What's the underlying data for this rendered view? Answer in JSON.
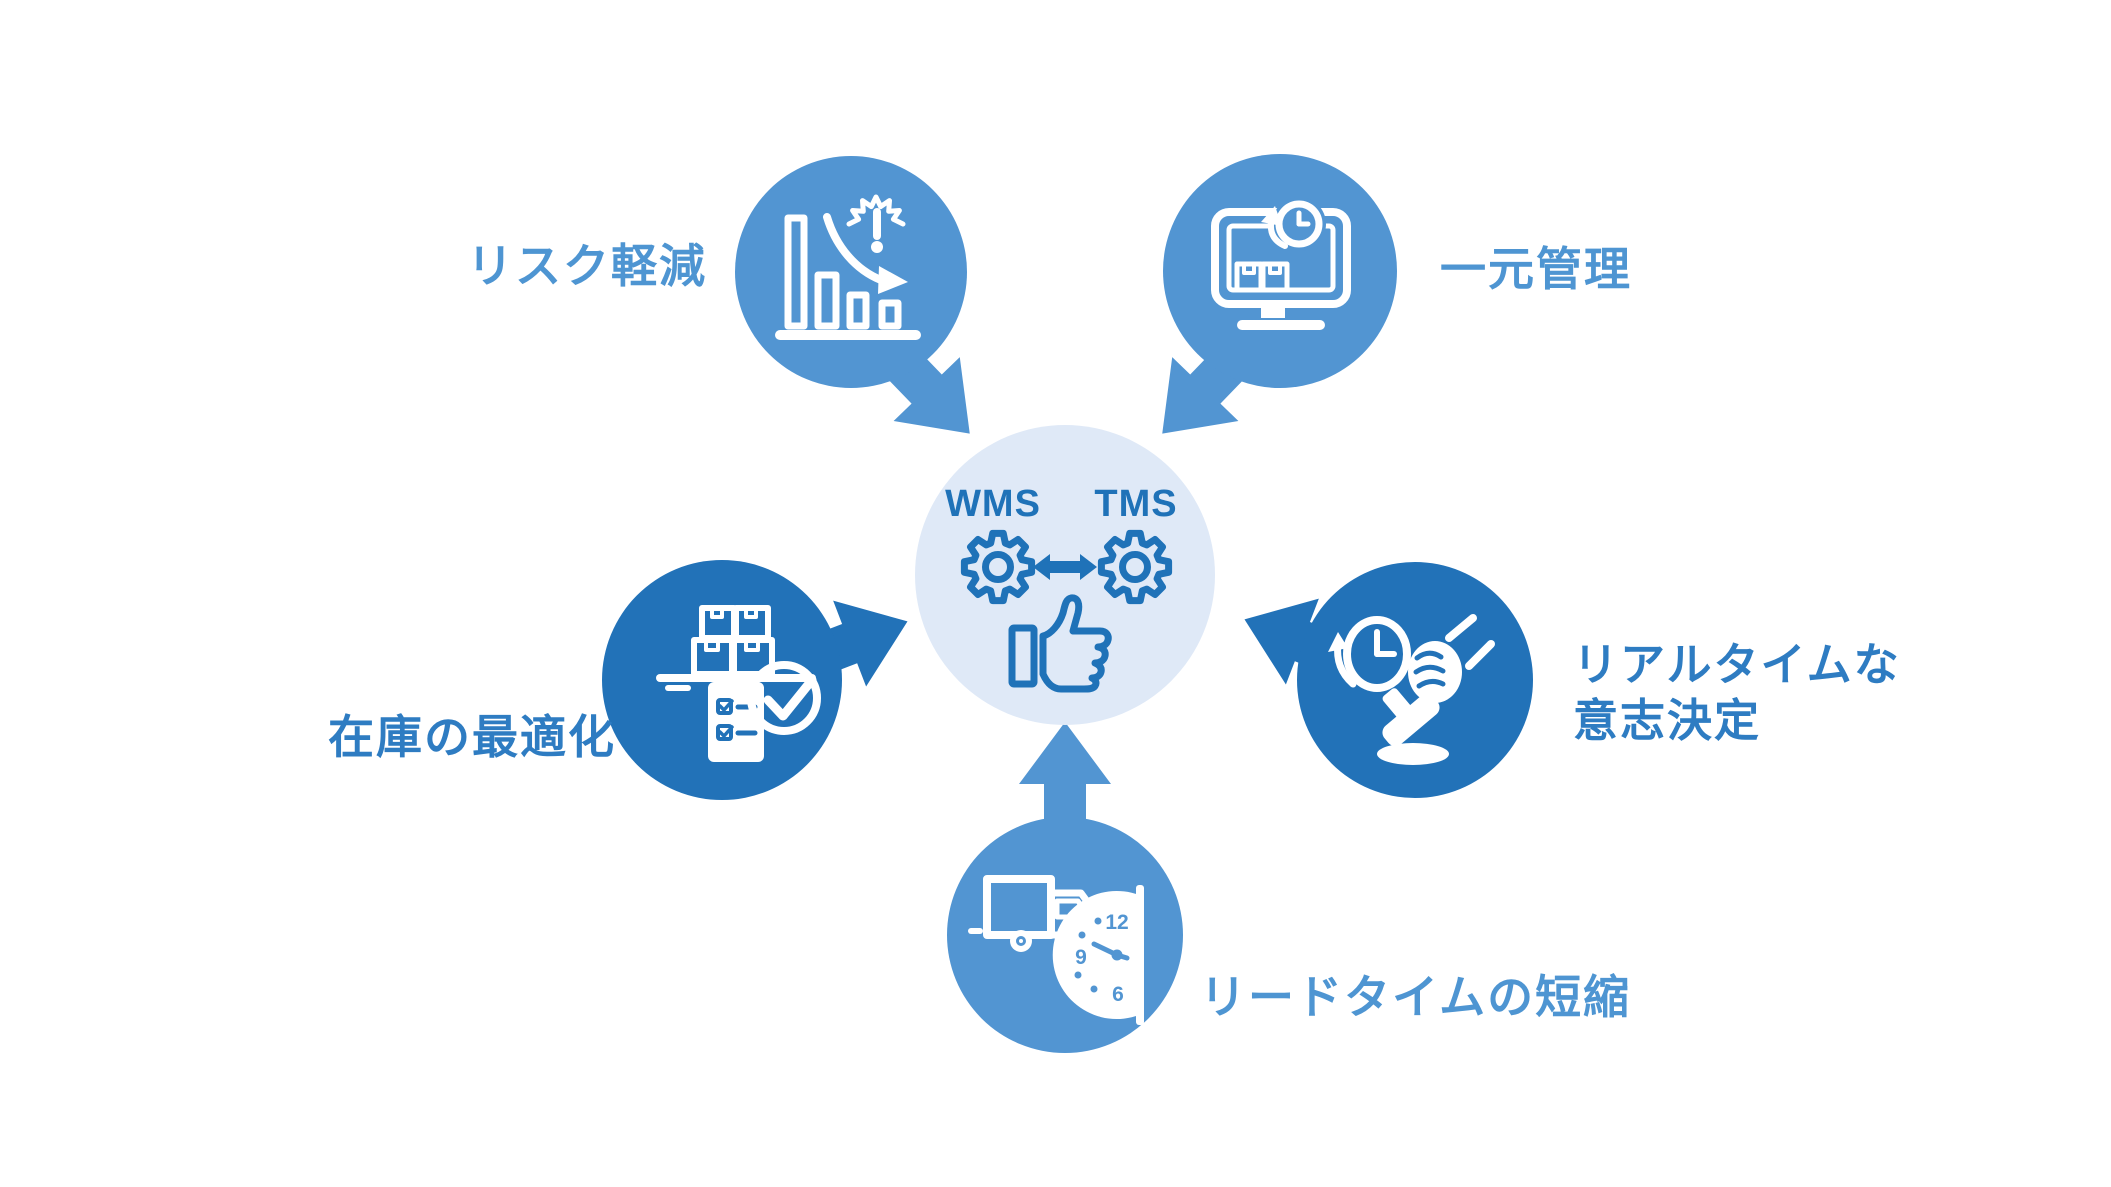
{
  "page": {
    "type": "benefits-diagram",
    "background": "#FFFFFF"
  },
  "hub": {
    "left_system": "WMS",
    "right_system": "TMS",
    "icons": [
      "gear-icon",
      "bidirectional-arrow-icon",
      "gear-icon",
      "thumbs-up-icon"
    ],
    "bg_color": "#DFE9F7",
    "fg_color": "#1F72B8"
  },
  "benefits": [
    {
      "id": "risk-reduction",
      "label": "リスク軽減",
      "icon": "declining-bar-chart-alert-icon",
      "position": "top-left",
      "circle_color": "#5295D2",
      "label_color": "#4E95D2"
    },
    {
      "id": "centralized-management",
      "label": "一元管理",
      "icon": "monitor-sync-clock-icon",
      "position": "top-right",
      "circle_color": "#5295D2",
      "label_color": "#4E95D2"
    },
    {
      "id": "inventory-optimization",
      "label": "在庫の最適化",
      "icon": "stacked-boxes-checklist-icon",
      "position": "middle-left",
      "circle_color": "#2272B8",
      "label_color": "#2E7CC2"
    },
    {
      "id": "realtime-decision",
      "label": "リアルタイムな意志決定",
      "label_lines": [
        "リアルタイムな",
        "意志決定"
      ],
      "icon": "history-clock-stamp-hand-icon",
      "position": "middle-right",
      "circle_color": "#2272B8",
      "label_color": "#2E7CC2"
    },
    {
      "id": "leadtime-reduction",
      "label": "リードタイムの短縮",
      "icon": "truck-half-clock-icon",
      "position": "bottom",
      "circle_color": "#5295D2",
      "label_color": "#4E95D2",
      "clock_numbers": [
        "12",
        "9",
        "6"
      ]
    }
  ]
}
